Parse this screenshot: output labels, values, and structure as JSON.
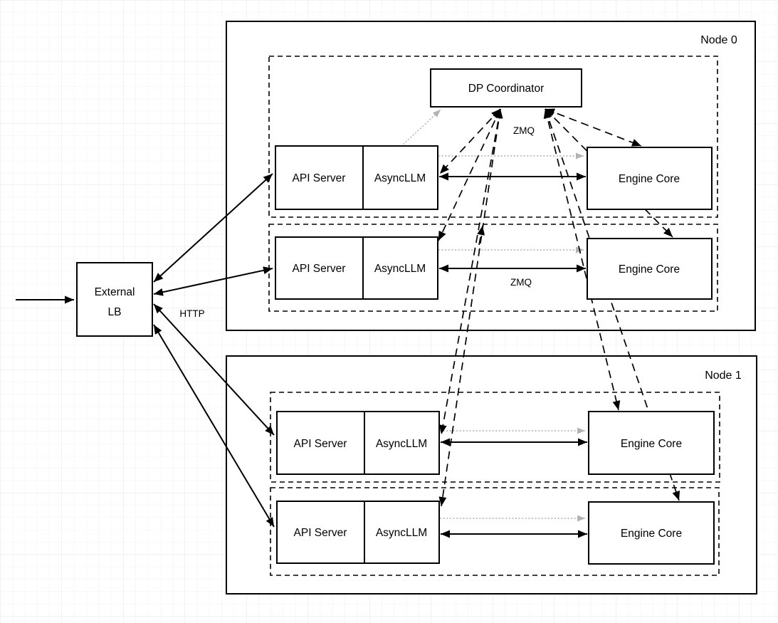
{
  "lb": {
    "line1": "External",
    "line2": "LB"
  },
  "coordinator": {
    "label": "DP Coordinator"
  },
  "edge_labels": {
    "http": "HTTP",
    "zmq_coordinator": "ZMQ",
    "zmq_row2": "ZMQ"
  },
  "nodes": [
    {
      "label": "Node 0",
      "rows": [
        {
          "api": "API Server",
          "asyncllm": "AsyncLLM",
          "engine": "Engine Core"
        },
        {
          "api": "API Server",
          "asyncllm": "AsyncLLM",
          "engine": "Engine Core"
        }
      ]
    },
    {
      "label": "Node 1",
      "rows": [
        {
          "api": "API Server",
          "asyncllm": "AsyncLLM",
          "engine": "Engine Core"
        },
        {
          "api": "API Server",
          "asyncllm": "AsyncLLM",
          "engine": "Engine Core"
        }
      ]
    }
  ],
  "colors": {
    "line": "#000000",
    "muted_arrow": "#b3b3b3",
    "box_fill": "#ffffff",
    "grid_minor": "#f2f2f2",
    "grid_major": "#e4e4e4"
  }
}
